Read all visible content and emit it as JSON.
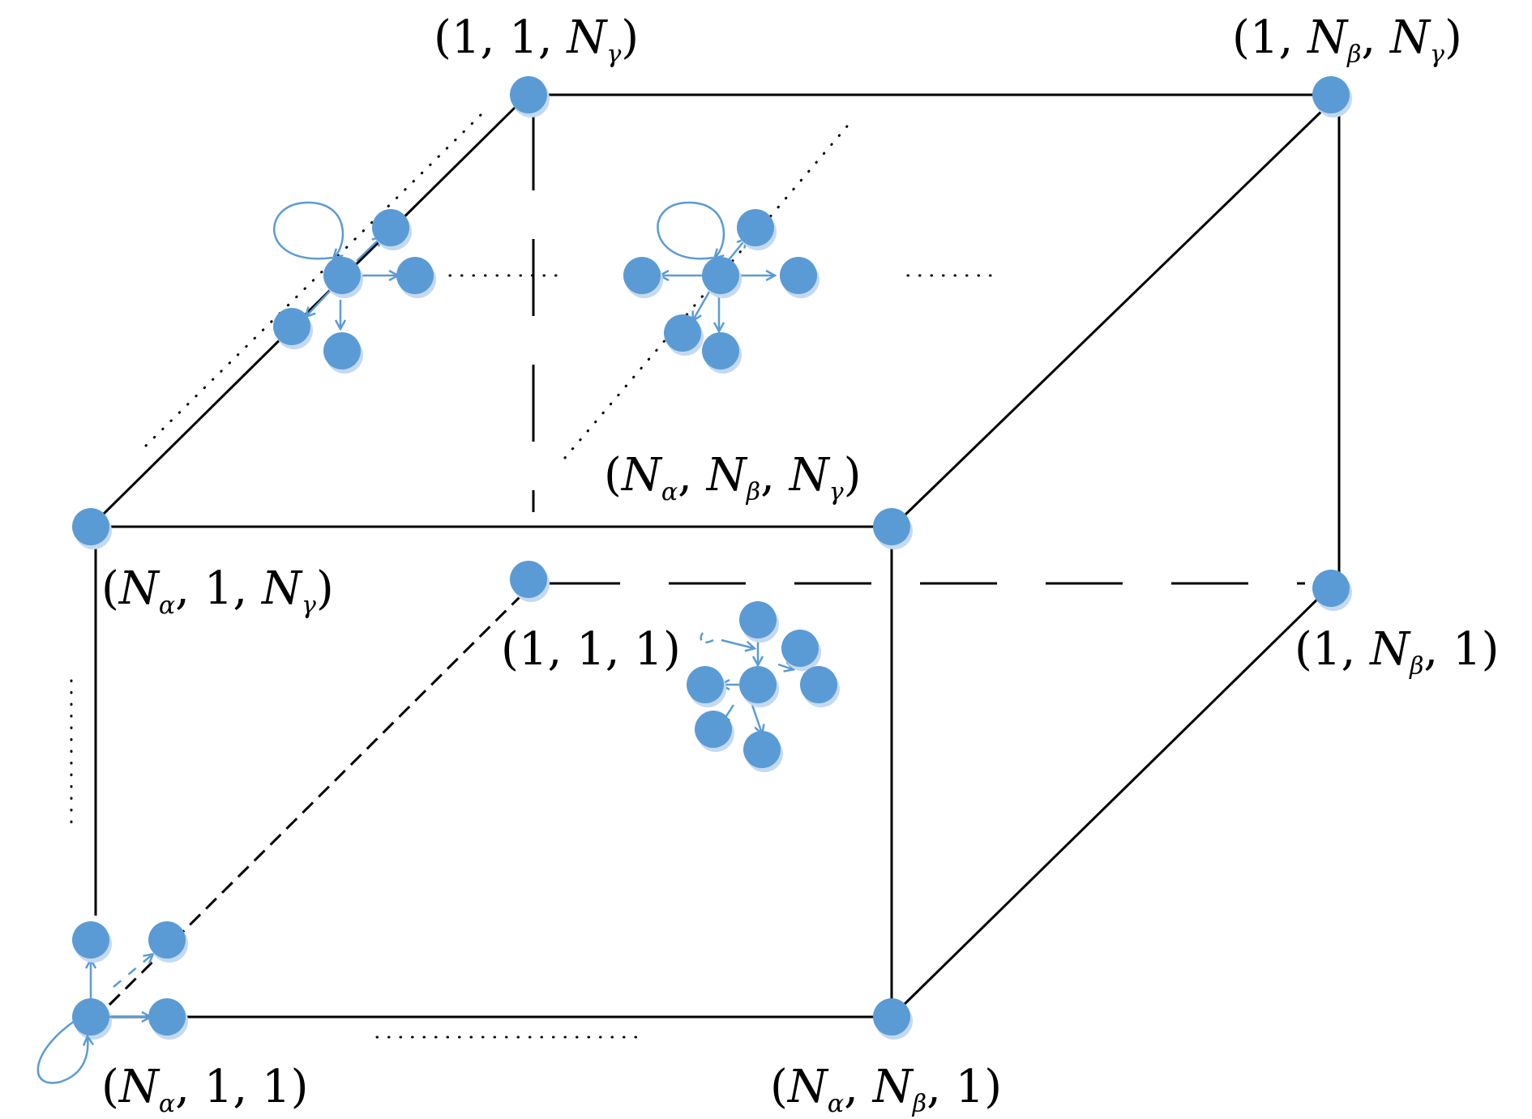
{
  "labels": {
    "top_left_back": {
      "open": "(1, 1, ",
      "var": "N",
      "sub": "γ",
      "close": ")"
    },
    "top_right_back": {
      "a": "(1, ",
      "v1": "N",
      "s1": "β",
      "b": ", ",
      "v2": "N",
      "s2": "γ",
      "close": ")"
    },
    "top_right_front": {
      "open": "(",
      "v1": "N",
      "s1": "α",
      "b": ", ",
      "v2": "N",
      "s2": "β",
      "c": ", ",
      "v3": "N",
      "s3": "γ",
      "close": ")"
    },
    "top_left_front": {
      "open": "(",
      "v1": "N",
      "s1": "α",
      "b": ", 1, ",
      "v2": "N",
      "s2": "γ",
      "close": ")"
    },
    "bottom_back_left": {
      "text": "(1, 1, 1)"
    },
    "bottom_back_right": {
      "a": "(1, ",
      "v1": "N",
      "s1": "β",
      "close": ", 1)"
    },
    "bottom_front_left": {
      "open": "(",
      "v1": "N",
      "s1": "α",
      "close": ", 1, 1)"
    },
    "bottom_front_right": {
      "open": "(",
      "v1": "N",
      "s1": "α",
      "b": ", ",
      "v2": "N",
      "s2": "β",
      "close": ", 1)"
    }
  },
  "colors": {
    "node": "#5b9bd5",
    "node_shadow": "#c5d9f1",
    "edge": "#000000"
  }
}
